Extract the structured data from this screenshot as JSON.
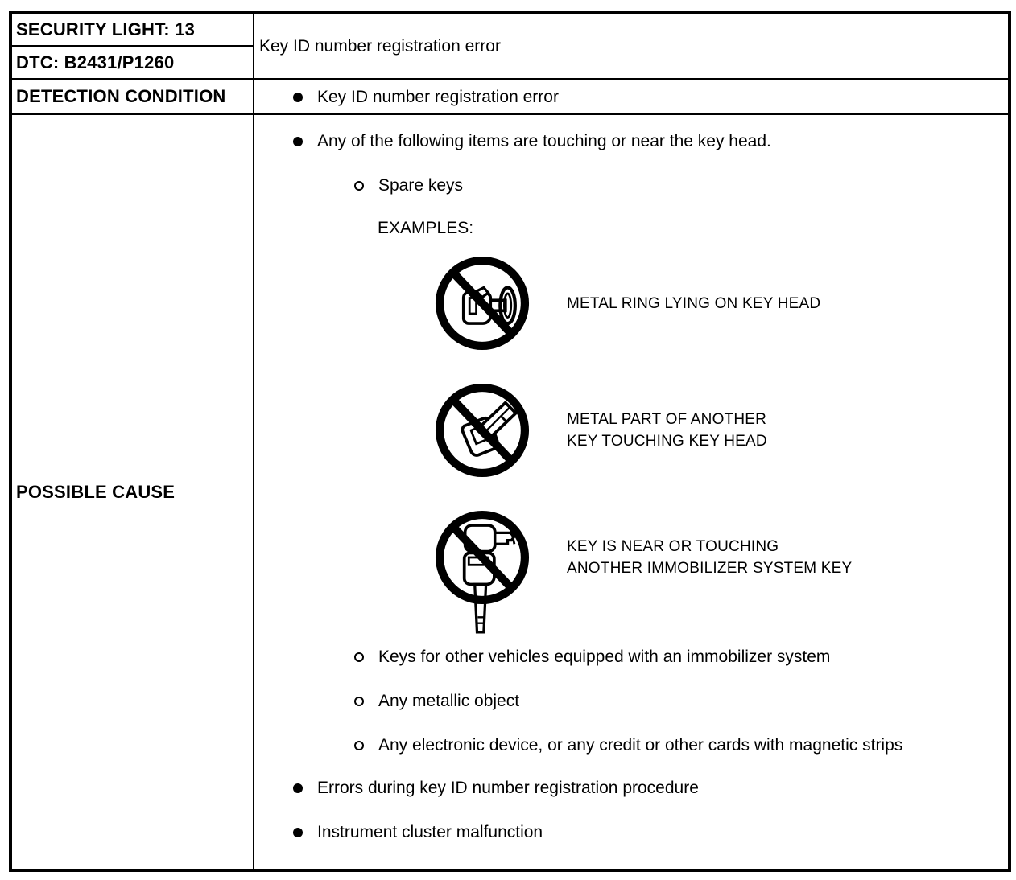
{
  "colors": {
    "ink": "#000000",
    "paper": "#ffffff"
  },
  "table": {
    "security_light_label": "SECURITY LIGHT: 13",
    "dtc_label": "DTC: B2431/P1260",
    "dtc_description": "Key ID number registration error",
    "detection": {
      "label": "DETECTION CONDITION",
      "item": "Key ID number registration error"
    },
    "possible_cause": {
      "label": "POSSIBLE CAUSE",
      "intro_item": "Any of the following items are touching or near the key head.",
      "spare_keys_item": "Spare keys",
      "examples_label": "EXAMPLES:",
      "examples": [
        {
          "icon": "no-metal-ring-on-key-head-icon",
          "caption": "METAL RING LYING ON KEY HEAD"
        },
        {
          "icon": "no-key-touching-key-head-icon",
          "caption": "METAL PART OF ANOTHER\nKEY TOUCHING KEY HEAD"
        },
        {
          "icon": "no-key-near-immobilizer-key-icon",
          "caption": "KEY IS NEAR OR TOUCHING\nANOTHER IMMOBILIZER SYSTEM KEY"
        }
      ],
      "sub_items": [
        "Keys for other vehicles equipped with an immobilizer system",
        "Any metallic object",
        "Any electronic device, or any credit or other cards with magnetic strips"
      ],
      "bottom_items": [
        "Errors during key ID number registration procedure",
        "Instrument cluster malfunction"
      ]
    }
  }
}
